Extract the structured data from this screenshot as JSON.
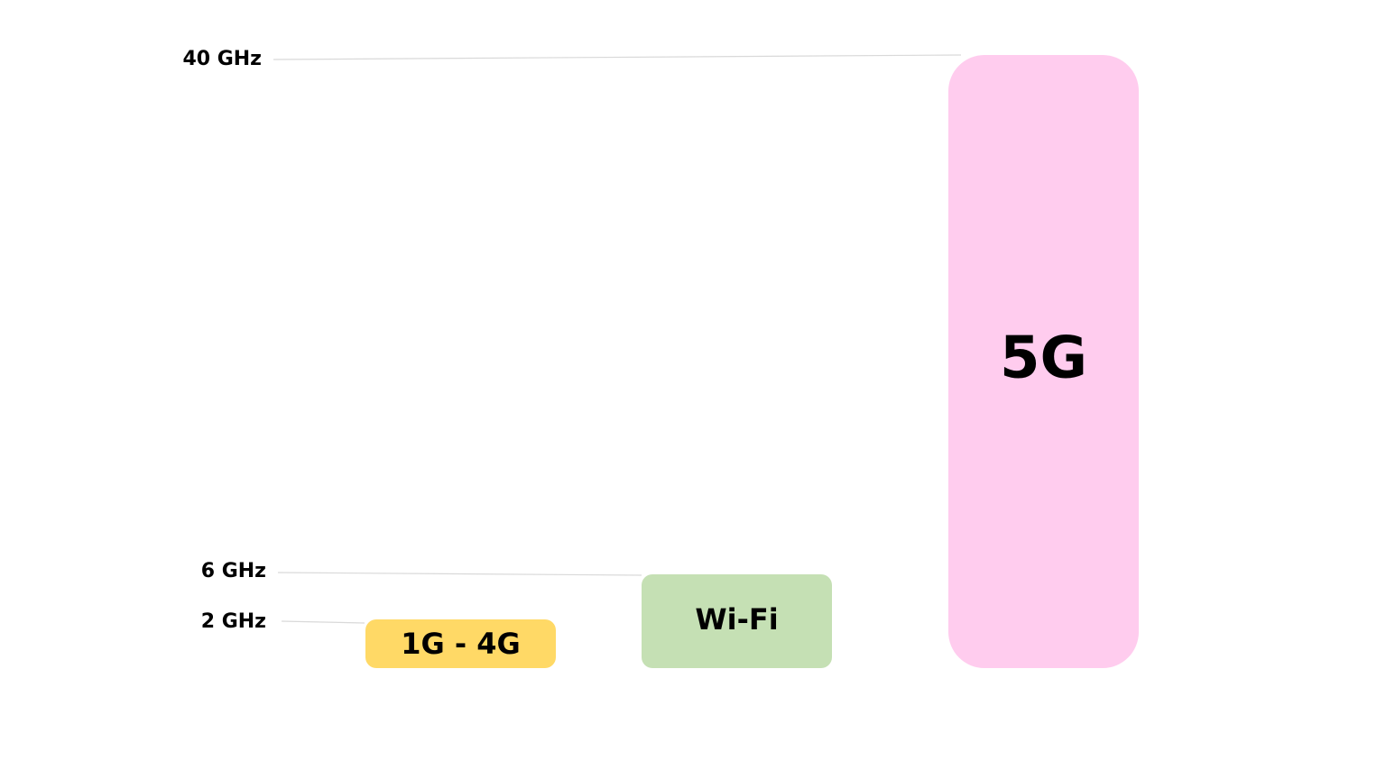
{
  "chart_data": {
    "type": "bar",
    "title": "",
    "xlabel": "",
    "ylabel": "",
    "y_ticks": [
      {
        "value": 2,
        "label": "2 GHz"
      },
      {
        "value": 6,
        "label": "6 GHz"
      },
      {
        "value": 40,
        "label": "40 GHz"
      }
    ],
    "categories": [
      "1G - 4G",
      "Wi-Fi",
      "5G"
    ],
    "values": [
      2,
      6,
      40
    ],
    "colors": [
      "#FFD966",
      "#C5E0B4",
      "#FFCCEE"
    ],
    "grid": false,
    "legend": "none"
  }
}
